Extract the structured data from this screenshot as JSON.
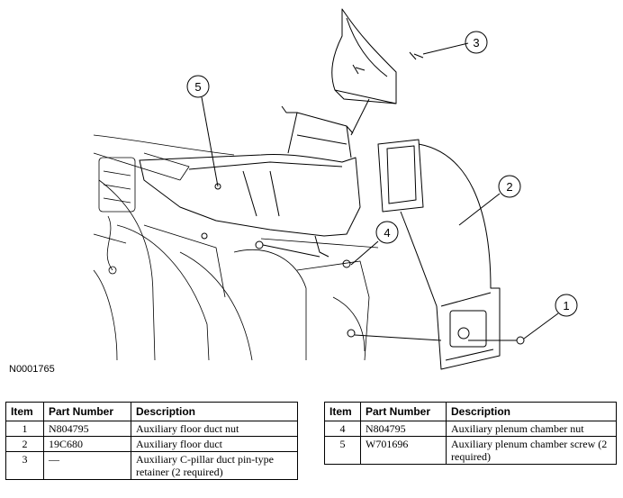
{
  "figure_id": "N0001765",
  "callouts": [
    "1",
    "2",
    "3",
    "4",
    "5"
  ],
  "table_headers": {
    "item": "Item",
    "part_number": "Part Number",
    "description": "Description"
  },
  "parts_left": [
    {
      "item": "1",
      "part_number": "N804795",
      "description": "Auxiliary floor duct nut"
    },
    {
      "item": "2",
      "part_number": "19C680",
      "description": "Auxiliary floor duct"
    },
    {
      "item": "3",
      "part_number": "—",
      "description": "Auxiliary C-pillar duct pin-type retainer (2 required)"
    }
  ],
  "parts_right": [
    {
      "item": "4",
      "part_number": "N804795",
      "description": "Auxiliary plenum chamber nut"
    },
    {
      "item": "5",
      "part_number": "W701696",
      "description": "Auxiliary plenum chamber screw (2 required)"
    }
  ]
}
